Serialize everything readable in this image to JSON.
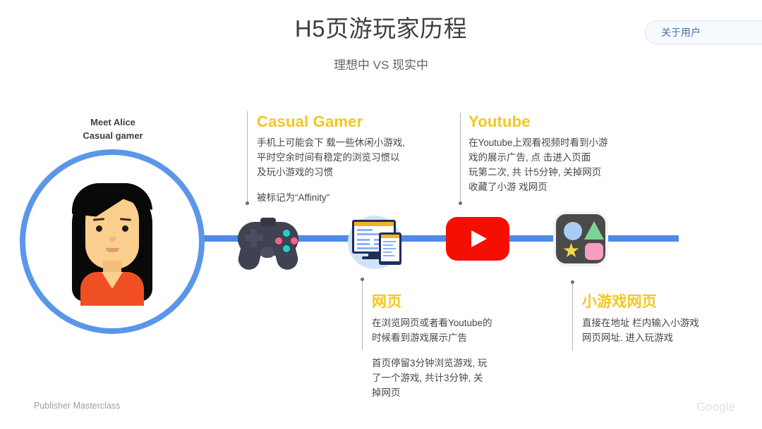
{
  "header": {
    "title": "H5页游玩家历程",
    "subtitle": "理想中 VS 现实中",
    "topic_pill": "关于用户"
  },
  "persona": {
    "line1": "Meet Alice",
    "line2": "Casual gamer",
    "avatar_icon": "woman-avatar-icon",
    "ring_color": "#5b96e8"
  },
  "timeline": {
    "bar_color": "#4e8ae6",
    "nodes": [
      {
        "icon": "game-controller-icon",
        "label": "Casual Gamer"
      },
      {
        "icon": "desktop-and-tablet-icon",
        "label": "网页"
      },
      {
        "icon": "youtube-play-icon",
        "label": "Youtube"
      },
      {
        "icon": "mini-game-app-icon",
        "label": "小游戏网页"
      }
    ]
  },
  "callouts": [
    {
      "id": "casual-gamer",
      "title": "Casual Gamer",
      "paragraphs": [
        "手机上可能会下 载一些休闲小游戏,\n平时空余时间有稳定的浏览习惯以\n及玩小游戏的习惯",
        "被标记为“Affinity”"
      ]
    },
    {
      "id": "youtube",
      "title": "Youtube",
      "paragraphs": [
        "在Youtube上观看视频时看到小游\n戏的展示广告, 点 击进入页面\n玩第二次, 共 计5分钟, 关掉网页\n收藏了小游 戏网页"
      ]
    },
    {
      "id": "webpage",
      "title": "网页",
      "paragraphs": [
        "在浏览网页或者看Youtube的\n时候看到游戏展示广告",
        "首页停留3分钟浏览游戏, 玩\n了一个游戏, 共计3分钟, 关\n掉网页"
      ]
    },
    {
      "id": "mini-game-webpage",
      "title": "小游戏网页",
      "paragraphs": [
        "直接在地址 栏内输入小游戏\n网页网址. 进入玩游戏"
      ]
    }
  ],
  "footer": {
    "left": "Publisher Masterclass",
    "right": "Google"
  },
  "colors": {
    "accent_yellow": "#f3c623",
    "timeline_blue": "#4e8ae6",
    "title_gray": "#3c4043",
    "body_gray": "#44474b"
  }
}
